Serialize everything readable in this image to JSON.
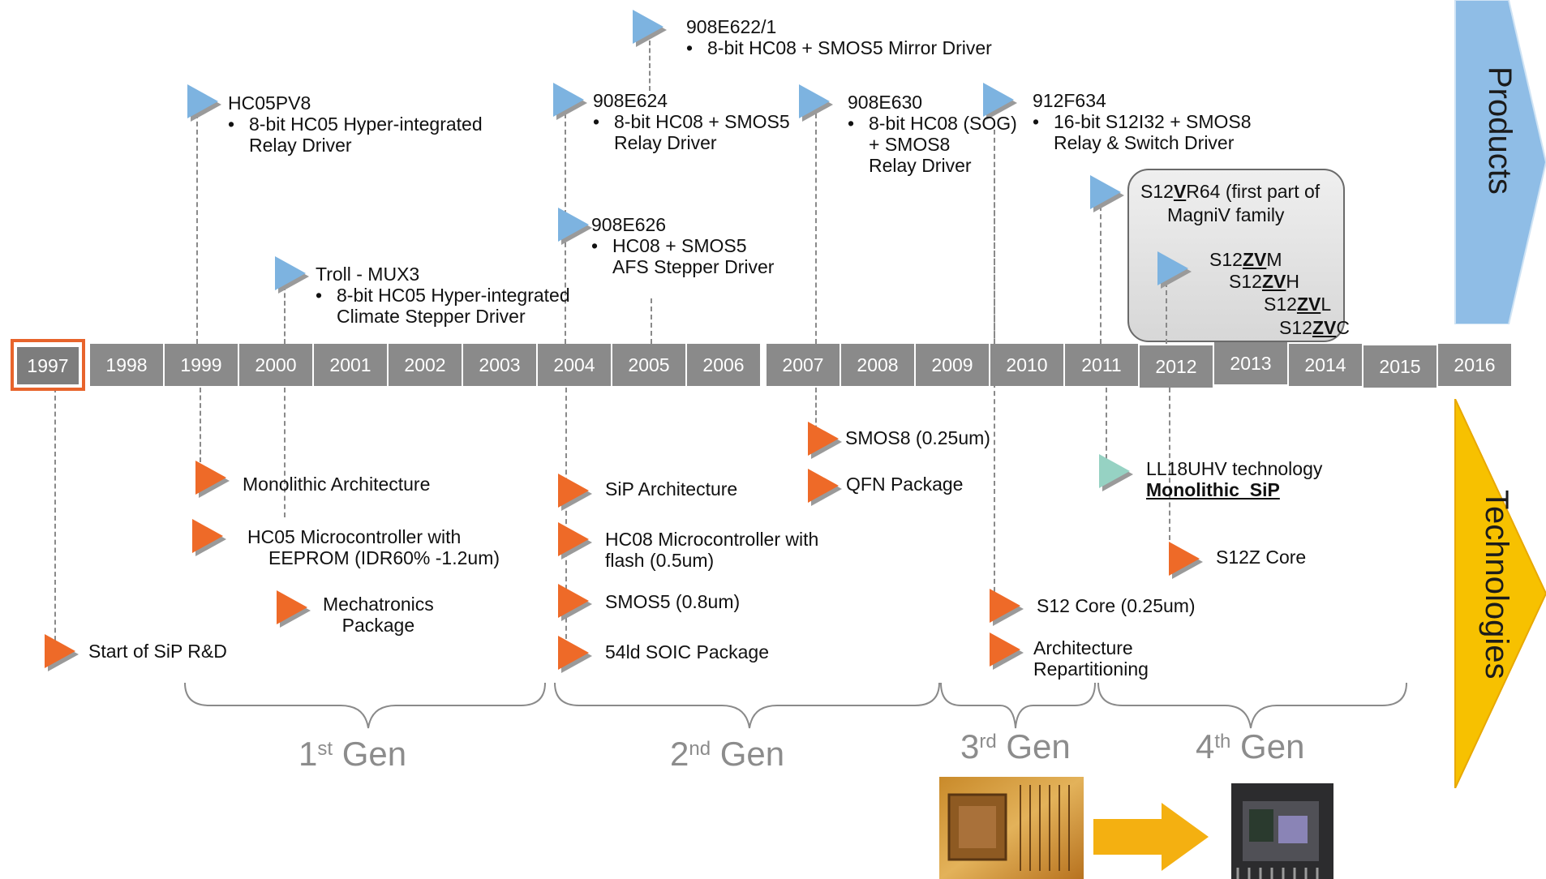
{
  "side_labels": {
    "products": "Products",
    "technologies": "Technologies"
  },
  "years": [
    "1997",
    "1998",
    "1999",
    "2000",
    "2001",
    "2002",
    "2003",
    "2004",
    "2005",
    "2006",
    "2007",
    "2008",
    "2009",
    "2010",
    "2011",
    "2012",
    "2013",
    "2014",
    "2015",
    "2016"
  ],
  "products": [
    {
      "title": "908E622/1",
      "bullets": [
        "8-bit HC08 + SMOS5 Mirror Driver"
      ]
    },
    {
      "title": "HC05PV8",
      "bullets": [
        "8-bit HC05 Hyper-integrated",
        "Relay Driver"
      ]
    },
    {
      "title": "908E624",
      "bullets": [
        "8-bit HC08 + SMOS5",
        "Relay Driver"
      ]
    },
    {
      "title": "908E630",
      "bullets": [
        "8-bit HC08 (SOG)",
        "+ SMOS8",
        "Relay Driver"
      ]
    },
    {
      "title": "912F634",
      "bullets": [
        "16-bit S12I32 + SMOS8",
        "Relay & Switch Driver"
      ]
    },
    {
      "title": "908E626",
      "bullets": [
        "HC08 + SMOS5",
        "AFS Stepper Driver"
      ]
    },
    {
      "title": "Troll - MUX3",
      "bullets": [
        "8-bit HC05 Hyper-integrated",
        "Climate Stepper Driver"
      ]
    }
  ],
  "magniv": {
    "line1_pre": "S12",
    "line1_bold": "V",
    "line1_post": "R64 (first part of",
    "line2": "MagniV family",
    "variants": [
      {
        "pre": "S12",
        "bold": "ZV",
        "post": "M"
      },
      {
        "pre": "S12",
        "bold": "ZV",
        "post": "H"
      },
      {
        "pre": "S12",
        "bold": "ZV",
        "post": "L"
      },
      {
        "pre": "S12",
        "bold": "ZV",
        "post": "C"
      }
    ]
  },
  "technologies": [
    {
      "lines": [
        "Start of SiP R&D"
      ]
    },
    {
      "lines": [
        "Monolithic Architecture"
      ]
    },
    {
      "lines": [
        "HC05 Microcontroller with",
        "EEPROM (IDR60% -1.2um)"
      ]
    },
    {
      "lines": [
        "Mechatronics",
        "Package"
      ]
    },
    {
      "lines": [
        "SiP Architecture"
      ]
    },
    {
      "lines": [
        "HC08 Microcontroller with",
        "flash (0.5um)"
      ]
    },
    {
      "lines": [
        "SMOS5 (0.8um)"
      ]
    },
    {
      "lines": [
        "54ld SOIC Package"
      ]
    },
    {
      "lines": [
        "SMOS8 (0.25um)"
      ]
    },
    {
      "lines": [
        "QFN Package"
      ]
    },
    {
      "lines": [
        "S12 Core (0.25um)"
      ]
    },
    {
      "lines": [
        "Architecture",
        "Repartitioning"
      ]
    },
    {
      "lines": [
        "LL18UHV technology"
      ],
      "emph": "Monolithic  SiP"
    },
    {
      "lines": [
        "S12Z Core"
      ]
    }
  ],
  "generations": [
    {
      "num": "1",
      "sup": "st",
      "label": "Gen"
    },
    {
      "num": "2",
      "sup": "nd",
      "label": "Gen"
    },
    {
      "num": "3",
      "sup": "rd",
      "label": "Gen"
    },
    {
      "num": "4",
      "sup": "th",
      "label": "Gen"
    }
  ],
  "colors": {
    "year_bar": "#8a8a8a",
    "highlight": "#e8642c",
    "products_arrow": "#8fbde6",
    "tech_arrow": "#f7c100",
    "product_marker": "#7db3e0",
    "tech_marker": "#ee6a28",
    "new_tech_marker": "#96d2c3",
    "flow_arrow": "#f4b011"
  }
}
